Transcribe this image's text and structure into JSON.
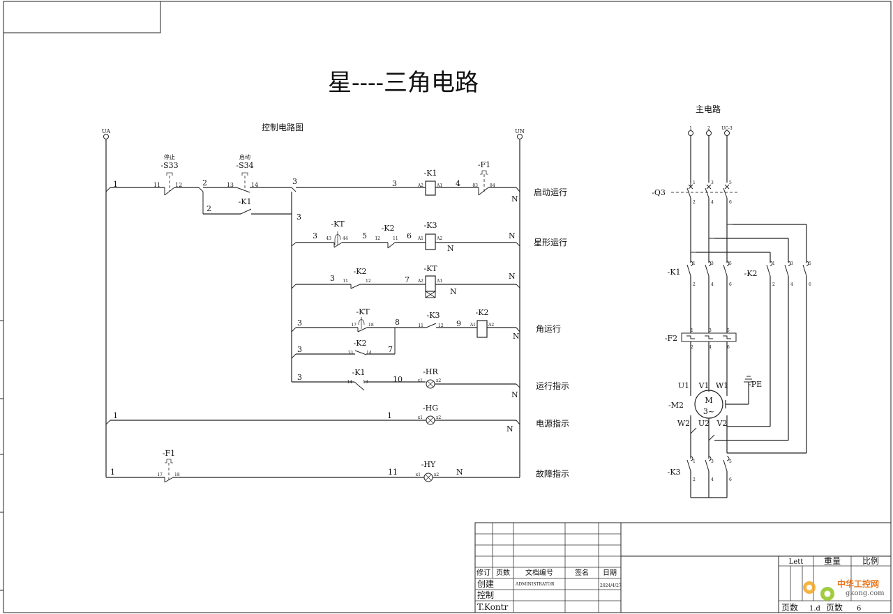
{
  "drawing": {
    "title": "星----三角电路",
    "control_heading": "控制电路图",
    "main_heading": "主电路",
    "supply_left": "UA",
    "supply_right": "UN"
  },
  "rows": {
    "start": "启动运行",
    "star": "星形运行",
    "delta": "角运行",
    "run_indicator": "运行指示",
    "power_indicator": "电源指示",
    "fault_indicator": "故障指示"
  },
  "components": {
    "s33_caption": "停止",
    "s33": "-S33",
    "s34_caption": "启动",
    "s34": "-S34",
    "k1": "-K1",
    "k2": "-K2",
    "k3": "-K3",
    "kt": "-KT",
    "f1": "-F1",
    "hr": "-HR",
    "hg": "-HG",
    "hy": "-HY",
    "q3": "-Q3",
    "f2": "-F2",
    "m2": "-M2",
    "pe": "-PE",
    "motor_letter": "M",
    "motor_phase": "3~"
  },
  "terminals": {
    "l1": "1",
    "l2": "2",
    "l3": "UC-3",
    "u1": "U1",
    "v1": "V1",
    "w1": "W1",
    "w2": "W2",
    "u2": "U2",
    "v2": "V2"
  },
  "title_block": {
    "rev": "修订",
    "pages": "页数",
    "doc_no": "文档编号",
    "sign": "签名",
    "date": "日期",
    "created": "创建",
    "created_by": "ADMINISTRATOR",
    "created_date": "2024/4/27",
    "control": "控制",
    "tkontr": "T.Kontr",
    "lett": "Lett",
    "weight": "重量",
    "scale": "比例",
    "page_label": "页数",
    "page_value": "1.d",
    "pages_label": "页数",
    "pages_value": "6",
    "watermark": "中华工控网",
    "watermark_url": "gkong.com"
  }
}
